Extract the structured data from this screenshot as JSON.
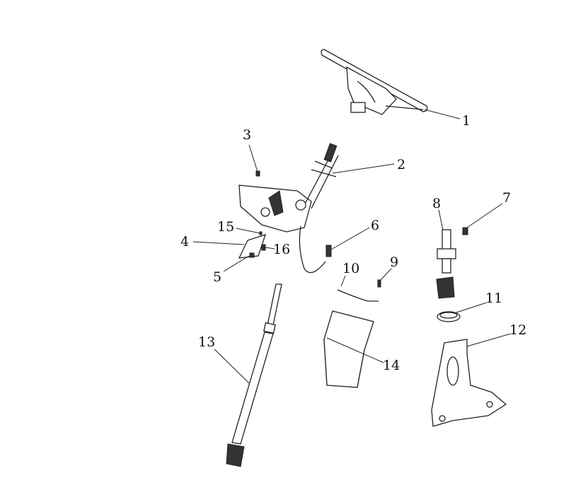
{
  "diagram": {
    "type": "exploded parts diagram",
    "callouts": [
      {
        "id": "1",
        "label": "1"
      },
      {
        "id": "2",
        "label": "2"
      },
      {
        "id": "3",
        "label": "3"
      },
      {
        "id": "4",
        "label": "4"
      },
      {
        "id": "5",
        "label": "5"
      },
      {
        "id": "6",
        "label": "6"
      },
      {
        "id": "7",
        "label": "7"
      },
      {
        "id": "8",
        "label": "8"
      },
      {
        "id": "9",
        "label": "9"
      },
      {
        "id": "10",
        "label": "10"
      },
      {
        "id": "11",
        "label": "11"
      },
      {
        "id": "12",
        "label": "12"
      },
      {
        "id": "13",
        "label": "13"
      },
      {
        "id": "14",
        "label": "14"
      },
      {
        "id": "15",
        "label": "15"
      },
      {
        "id": "16",
        "label": "16"
      }
    ]
  }
}
